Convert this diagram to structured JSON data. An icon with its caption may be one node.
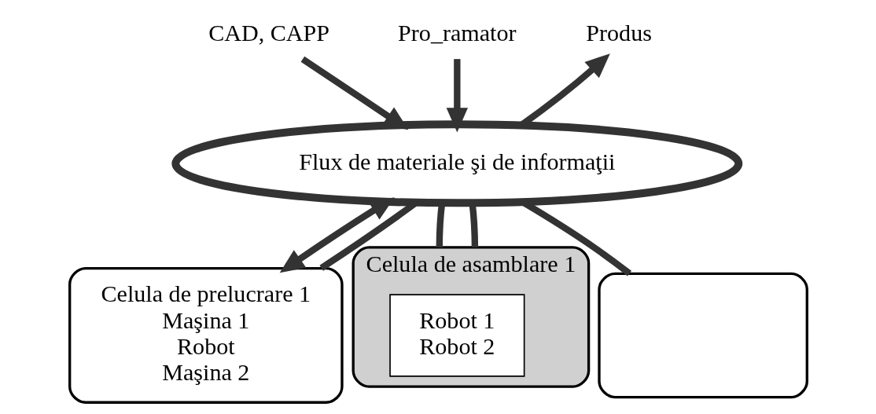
{
  "diagram": {
    "nodes": [
      {
        "text": [
          "CAD, CAPP"
        ]
      },
      {
        "text": [
          "Pro_ramator"
        ]
      },
      {
        "text": [
          "Produs"
        ]
      },
      {
        "text": [
          "Flux de materiale şi de informaţii"
        ]
      },
      {
        "text": [
          "Celula de prelucrare 1",
          "Maşina 1",
          "Robot",
          "Maşina 2"
        ]
      },
      {
        "text": [
          "Celula de asamblare 1"
        ]
      },
      {
        "text": [
          "Robot 1",
          "Robot 2"
        ],
        "in": 5
      },
      {
        "text": [],
        "shape": "box"
      }
    ],
    "edges": [
      {
        "from": 0,
        "to": 3,
        "arrow": "to"
      },
      {
        "from": 1,
        "to": 3,
        "arrow": "to"
      },
      {
        "from": 3,
        "to": 2,
        "arrow": "to"
      },
      {
        "from": 3,
        "to": 4,
        "arrow": "both"
      },
      {
        "from": 3,
        "to": 4,
        "arrow": "none"
      },
      {
        "from": 3,
        "to": 5,
        "arrow": "none"
      },
      {
        "from": 3,
        "to": 5,
        "arrow": "none"
      },
      {
        "from": 3,
        "to": 7,
        "arrow": "none"
      }
    ]
  }
}
